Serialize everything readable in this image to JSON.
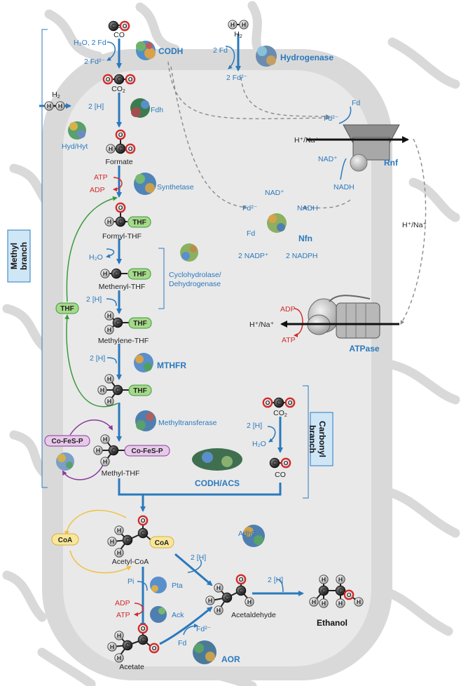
{
  "molecules": {
    "co": "CO",
    "co2": "CO",
    "co2_sub": "2",
    "formate": "Formate",
    "formyl_thf": "Formyl-THF",
    "methenyl_thf": "Methenyl-THF",
    "methylene_thf": "Methylene-THF",
    "methyl_thf": "Methyl-THF",
    "carbonyl_co2": "CO",
    "carbonyl_co2_sub": "2",
    "carbonyl_co": "CO",
    "acetyl_coa": "Acetyl-CoA",
    "acetaldehyde": "Acetaldehyde",
    "acetate": "Acetate",
    "ethanol": "Ethanol",
    "h2_top": "H",
    "h2_top_sub": "2",
    "h2_left": "H",
    "h2_left_sub": "2"
  },
  "enzymes": {
    "codh": "CODH",
    "hydrogenase": "Hydrogenase",
    "fdh": "Fdh",
    "hyd_hyt": "Hyd/Hyt",
    "synthetase": "Synthetase",
    "cyclohydrolase_1": "Cyclohydrolase/",
    "cyclohydrolase_2": "Dehydrogenase",
    "mthfr": "MTHFR",
    "methyltransferase": "Methyltransferase",
    "codh_acs": "CODH/ACS",
    "rnf": "Rnf",
    "nfn": "Nfn",
    "atpase": "ATPase",
    "adhe": "AdhE",
    "pta": "Pta",
    "ack": "Ack",
    "aor": "AOR"
  },
  "cofactors": {
    "h2o_2fd": "H₂O, 2 Fd",
    "two_fd2_a": "2 Fd²⁻",
    "two_fd_top": "2 Fd",
    "two_fd2_top": "2 Fd²⁻",
    "two_h_fdh": "2 [H]",
    "atp_syn": "ATP",
    "adp_syn": "ADP",
    "h2o_cyclo": "H₂O",
    "two_h_cyclo": "2 [H]",
    "two_h_mthfr": "2 [H]",
    "fd2_rnf": "Fd²⁻",
    "fd_rnf": "Fd",
    "ion_rnf": "H⁺/Na⁺",
    "nad_rnf": "NAD⁺",
    "nadh_rnf": "NADH",
    "nad_nfn": "NAD⁺",
    "fd2_nfn": "Fd²⁻",
    "nadh_nfn": "NADH",
    "fd_nfn": "Fd",
    "nadp_nfn": "2 NADP⁺",
    "nadph_nfn": "2 NADPH",
    "ion_mid": "H⁺/Na⁺",
    "adp_atpase": "ADP",
    "ion_atpase": "H⁺/Na⁺",
    "atp_atpase": "ATP",
    "two_h_carb": "2 [H]",
    "h2o_carb": "H₂O",
    "two_h_adhe": "2 [H]",
    "two_h_eth": "2 [H]",
    "pi": "Pi",
    "adp_ack": "ADP",
    "atp_ack": "ATP",
    "fd_aor": "Fd",
    "fd2_aor": "Fd²⁻"
  },
  "tags": {
    "thf_formyl": "THF",
    "thf_methenyl": "THF",
    "thf_methylene": "THF",
    "thf_methyl": "THF",
    "thf_recycle": "THF",
    "cofes_left": "Co-FeS-P",
    "cofes_methyl": "Co-FeS-P",
    "coa_left": "CoA",
    "coa_acetyl": "CoA"
  },
  "branches": {
    "methyl": "Methyl branch",
    "methyl_1": "Methyl",
    "methyl_2": "branch",
    "carbonyl_1": "Carbonyl",
    "carbonyl_2": "branch"
  },
  "atoms": {
    "carbon": "C",
    "hydrogen": "H",
    "oxygen": "O"
  },
  "colors": {
    "pathway_blue": "#2a79bd",
    "atp_red": "#d42b2b",
    "thf_green": "#a6d98a",
    "cofes_purple": "#e7c9ea",
    "coa_yellow": "#f8e79a",
    "cell_gray": "#d9d9d9",
    "branch_box": "#cfe6f7"
  }
}
